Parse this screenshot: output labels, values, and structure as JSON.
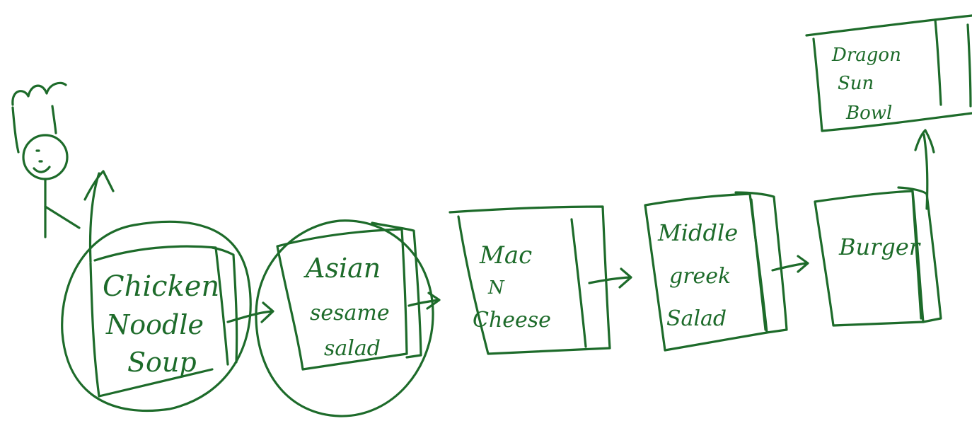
{
  "ink_color": "#1d6b2a",
  "icons": [
    "chef-figure-icon"
  ],
  "steps": [
    {
      "lines": [
        "Chicken",
        "Noodle",
        "Soup"
      ],
      "circled": true
    },
    {
      "lines": [
        "Asian",
        "sesame",
        "salad"
      ],
      "circled": true
    },
    {
      "lines": [
        "Mac",
        "N",
        "Cheese"
      ],
      "circled": false
    },
    {
      "lines": [
        "Middle",
        "greek",
        "Salad"
      ],
      "circled": false
    },
    {
      "lines": [
        "Burger"
      ],
      "circled": false
    },
    {
      "lines": [
        "Dragon",
        "Sun",
        "Bowl"
      ],
      "circled": false
    }
  ]
}
